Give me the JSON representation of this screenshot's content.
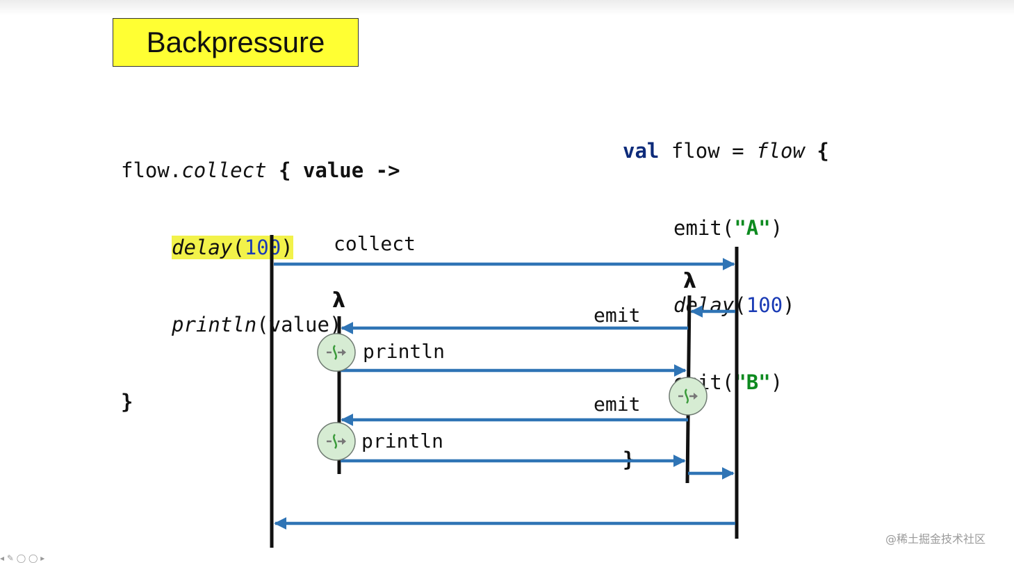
{
  "title": "Backpressure",
  "collector_code": {
    "l1_a": "flow.",
    "l1_b": "collect",
    "l1_c": " { ",
    "l1_d": "value ->",
    "l2_fn": "delay",
    "l2_open": "(",
    "l2_num": "100",
    "l2_close": ")",
    "l3_fn": "println",
    "l3_rest": "(value)",
    "l4": "}"
  },
  "emitter_code": {
    "l1_kw": "val",
    "l1_a": " flow = ",
    "l1_fn": "flow",
    "l1_brace": " {",
    "l2_fn": "emit(",
    "l2_str": "\"A\"",
    "l2_close": ")",
    "l3_fn": "delay",
    "l3_open": "(",
    "l3_num": "100",
    "l3_close": ")",
    "l4_fn": "emit(",
    "l4_str": "\"B\"",
    "l4_close": ")",
    "l5": "}"
  },
  "diagram": {
    "collect_label": "collect",
    "lambda_left": "λ",
    "lambda_right": "λ",
    "emit1": "emit",
    "emit2": "emit",
    "println1": "println",
    "println2": "println",
    "arrow_color": "#2f74b5",
    "suspend_fill": "#d6ecd3",
    "suspend_icon": "suspend-icon"
  },
  "watermark": "@稀土掘金技术社区"
}
